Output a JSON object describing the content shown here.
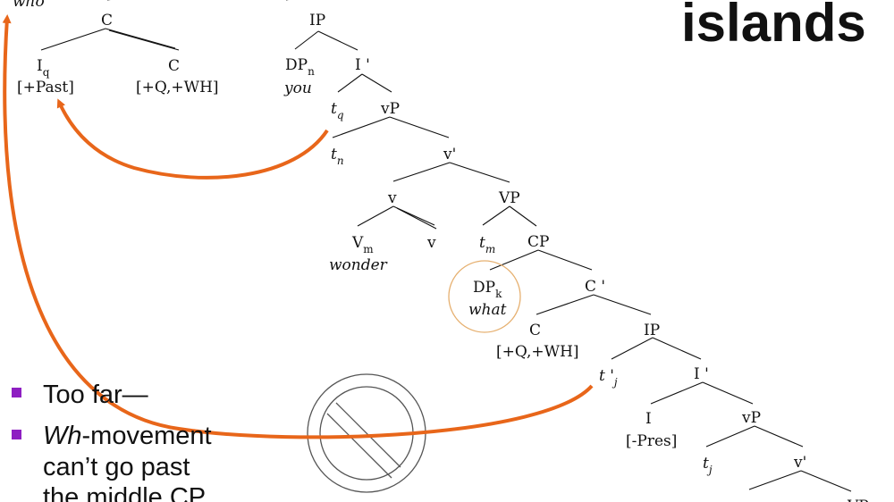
{
  "title": "islands",
  "bullets": [
    {
      "prefix": "Too far—",
      "italic": "",
      "rest": ""
    },
    {
      "prefix": "",
      "italic": "Wh",
      "rest": "-movement"
    },
    {
      "prefix": "can’t go past",
      "italic": "",
      "rest": ""
    },
    {
      "prefix": "the middle CP",
      "italic": "",
      "rest": ""
    }
  ],
  "tree": {
    "who": "who",
    "c_top": "C",
    "ip_top": "IP",
    "iq": "I",
    "iq_sub": "q",
    "plus_past": "[+Past]",
    "c_low": "C",
    "c_low_feat": "[+Q,+WH]",
    "dp_n": "DP",
    "dp_n_sub": "n",
    "you": "you",
    "ibar_top": "I '",
    "t_q": "t",
    "t_q_sub": "q",
    "vp_upper": "vP",
    "t_n": "t",
    "t_n_sub": "n",
    "vbar_upper": "v'",
    "v_small": "v",
    "VP_big": "VP",
    "V_m": "V",
    "V_m_sub": "m",
    "v_lower": "v",
    "wonder": "wonder",
    "t_m": "t",
    "t_m_sub": "m",
    "cp_mid": "CP",
    "dp_k": "DP",
    "dp_k_sub": "k",
    "what": "what",
    "cbar_mid": "C '",
    "c_mid": "C",
    "c_mid_feat": "[+Q,+WH]",
    "ip_mid": "IP",
    "t_j_prime": "t '",
    "t_j_prime_sub": "j",
    "ibar_mid": "I '",
    "i_mid": "I",
    "minus_pres": "[-Pres]",
    "vp_lower": "vP",
    "t_j": "t",
    "t_j_sub": "j",
    "vbar_lower": "v'",
    "vp_cut": "VP"
  },
  "colors": {
    "arrow": "#e8661a",
    "bullet": "#8e1fc2",
    "circle": "#e6b070",
    "nosign": "#555555"
  },
  "icons": {
    "bullet": "square-bullet-icon",
    "prohibition": "no-sign-icon"
  }
}
